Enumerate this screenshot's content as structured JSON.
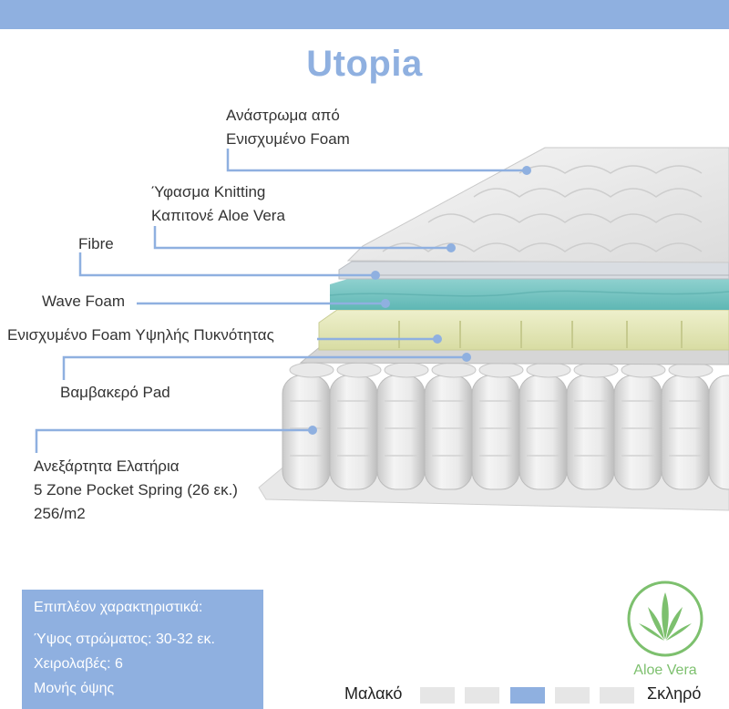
{
  "header": {
    "title": "Utopia"
  },
  "layers": [
    {
      "key": "ticking",
      "lines": [
        "Ανάστρωμα από",
        "Ενισχυμένο Foam"
      ]
    },
    {
      "key": "fabric",
      "lines": [
        "Ύφασμα Knitting",
        "Καπιτονέ Aloe Vera"
      ]
    },
    {
      "key": "fibre",
      "lines": [
        "Fibre"
      ]
    },
    {
      "key": "wavefoam",
      "lines": [
        "Wave Foam"
      ]
    },
    {
      "key": "hdfoam",
      "lines": [
        "Ενισχυμένο Foam Υψηλής Πυκνότητας"
      ]
    },
    {
      "key": "cottonpad",
      "lines": [
        "Βαμβακερό Pad"
      ]
    },
    {
      "key": "springs",
      "lines": [
        "Ανεξάρτητα Ελατήρια",
        "5 Zone Pocket Spring (26 εκ.)",
        "256/m2"
      ]
    }
  ],
  "features": {
    "heading": "Επιπλέον χαρακτηριστικά:",
    "items": [
      "Ύψος στρώματος: 30-32 εκ.",
      "Χειρολαβές: 6",
      "Μονής όψης"
    ]
  },
  "badge": {
    "label": "Aloe Vera",
    "icon": "aloe-vera-icon",
    "color": "#7dc06e"
  },
  "firmness": {
    "soft_label": "Μαλακό",
    "hard_label": "Σκληρό",
    "levels": 5,
    "selected": 3
  },
  "colors": {
    "accent": "#8fb0e0",
    "callout_line": "#8fb0e0",
    "aloe_green": "#7dc06e"
  }
}
